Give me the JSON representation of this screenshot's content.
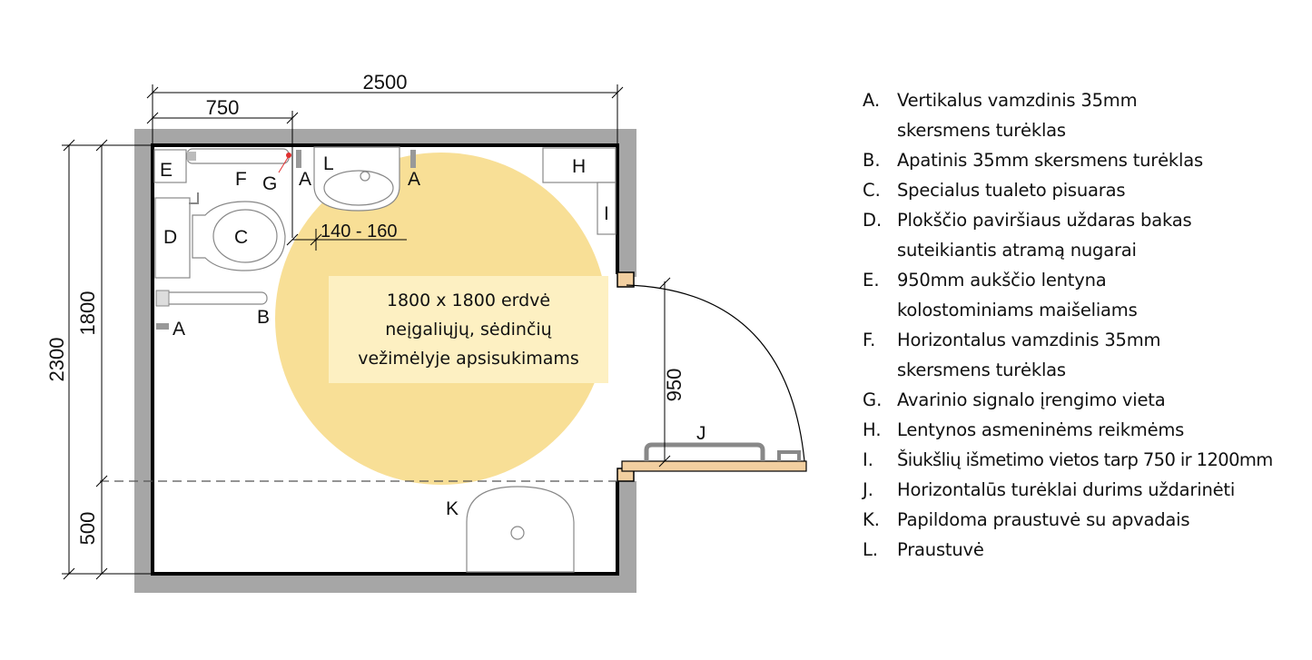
{
  "dimensions": {
    "total_width": "2500",
    "left_width": "750",
    "gap": "140 - 160",
    "total_height": "2300",
    "circle_height": "1800",
    "bottom_height": "500",
    "door_width": "950"
  },
  "fixture_labels": {
    "E": "E",
    "F": "F",
    "G": "G",
    "A_top": "A",
    "L": "L",
    "A_right": "A",
    "H": "H",
    "I": "I",
    "D": "D",
    "C": "C",
    "B": "B",
    "A_left": "A",
    "J": "J",
    "K": "K"
  },
  "circle": {
    "line1": "1800 x 1800 erdvė",
    "line2": "neįgaliųjų, sėdinčių",
    "line3": "vežimėlyje apsisukimams"
  },
  "legend": [
    {
      "key": "A.",
      "text": "Vertikalus vamzdinis 35mm skersmens turėklas"
    },
    {
      "key": "B.",
      "text": "Apatinis 35mm skersmens turėklas"
    },
    {
      "key": "C.",
      "text": "Specialus tualeto pisuaras"
    },
    {
      "key": "D.",
      "text": "Plokščio paviršiaus uždaras bakas suteikiantis atramą nugarai"
    },
    {
      "key": "E.",
      "text": "950mm aukščio lentyna kolostominiams maišeliams"
    },
    {
      "key": "F.",
      "text": "Horizontalus vamzdinis 35mm skersmens turėklas"
    },
    {
      "key": "G.",
      "text": "Avarinio signalo įrengimo vieta"
    },
    {
      "key": "H.",
      "text": "Lentynos asmeninėms reikmėms"
    },
    {
      "key": "I.",
      "text": "Šiukšlių išmetimo vietos tarp 750 ir 1200mm"
    },
    {
      "key": "J.",
      "text": "Horizontalūs turėklai durims uždarinėti"
    },
    {
      "key": "K.",
      "text": "Papildoma praustuvė su apvadais"
    },
    {
      "key": "L.",
      "text": "Praustuvė"
    }
  ],
  "colors": {
    "wall": "#a6a6a6",
    "circle": "#f8df96",
    "circle_box": "#fdf0c2",
    "door": "#f2cfa0",
    "alarm": "#e03030"
  }
}
